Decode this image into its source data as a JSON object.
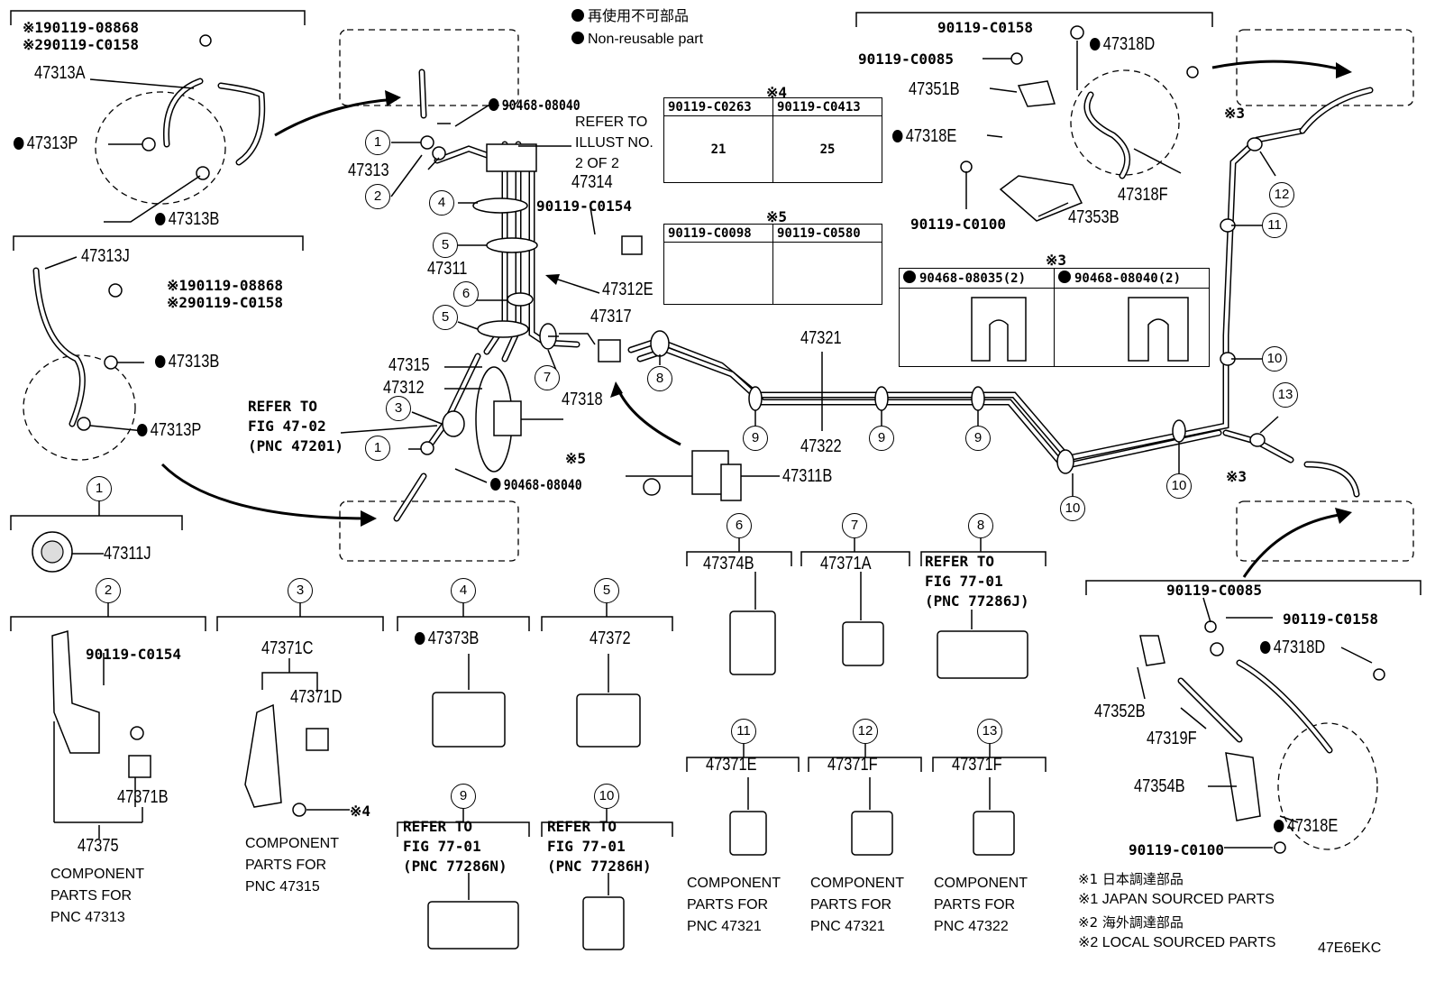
{
  "legend": {
    "ja": "再使用不可部品",
    "en": "Non-reusable part"
  },
  "note_marks": {
    "m1": "※1",
    "m2": "※2",
    "m3": "※3",
    "m4": "※4",
    "m5": "※5"
  },
  "footnotes": [
    "※1 日本調達部品",
    "※1 JAPAN SOURCED PARTS",
    "※2 海外調達部品",
    "※2 LOCAL SOURCED PARTS"
  ],
  "diagram_code": "47E6EKC",
  "callouts": [
    "1",
    "2",
    "3",
    "4",
    "5",
    "6",
    "7",
    "8",
    "9",
    "10",
    "11",
    "12",
    "13"
  ],
  "labels": {
    "p90119_08868": "90119-08868",
    "p90119_C0158": "90119-C0158",
    "p90119_C0085": "90119-C0085",
    "p90119_C0100": "90119-C0100",
    "p90119_C0154": "90119-C0154",
    "p90468_08040": "90468-08040",
    "p90468_08035_2": "90468-08035(2)",
    "p90468_08040_2": "90468-08040(2)",
    "p47313A": "47313A",
    "p47313P": "47313P",
    "p47313B": "47313B",
    "p47313J": "47313J",
    "p47313": "47313",
    "p47314": "47314",
    "p47311": "47311",
    "p47312E": "47312E",
    "p47317": "47317",
    "p47315": "47315",
    "p47312": "47312",
    "p47318": "47318",
    "p47311B": "47311B",
    "p47311J": "47311J",
    "p47321": "47321",
    "p47322": "47322",
    "p47318D": "47318D",
    "p47351B": "47351B",
    "p47318E": "47318E",
    "p47318F": "47318F",
    "p47353B": "47353B",
    "p47352B": "47352B",
    "p47319F": "47319F",
    "p47354B": "47354B",
    "p47375": "47375",
    "p47371B": "47371B",
    "p47371C": "47371C",
    "p47371D": "47371D",
    "p47373B": "47373B",
    "p47372": "47372",
    "p47374B": "47374B",
    "p47371A": "47371A",
    "p47371E": "47371E",
    "p47371F": "47371F",
    "refer_illust": [
      "REFER TO",
      "ILLUST NO.",
      "2 OF 2"
    ],
    "refer_fig47": [
      "REFER TO",
      "FIG 47-02",
      "(PNC 47201)"
    ],
    "refer_77286J": [
      "REFER TO",
      "FIG 77-01",
      "(PNC 77286J)"
    ],
    "refer_77286N": [
      "REFER TO",
      "FIG 77-01",
      "(PNC 77286N)"
    ],
    "refer_77286H": [
      "REFER TO",
      "FIG 77-01",
      "(PNC 77286H)"
    ],
    "comp_47313": [
      "COMPONENT",
      "PARTS FOR",
      "PNC 47313"
    ],
    "comp_47315": [
      "COMPONENT",
      "PARTS FOR",
      "PNC 47315"
    ],
    "comp_47321": [
      "COMPONENT",
      "PARTS FOR",
      "PNC 47321"
    ],
    "comp_47322": [
      "COMPONENT",
      "PARTS FOR",
      "PNC 47322"
    ]
  },
  "spec4": {
    "mark": "※4",
    "a": "90119-C0263",
    "b": "90119-C0413",
    "la": "21",
    "lb": "25"
  },
  "spec5": {
    "mark": "※5",
    "a": "90119-C0098",
    "b": "90119-C0580"
  },
  "spec3": {
    "mark": "※3",
    "a": "90468-08035(2)",
    "b": "90468-08040(2)"
  }
}
